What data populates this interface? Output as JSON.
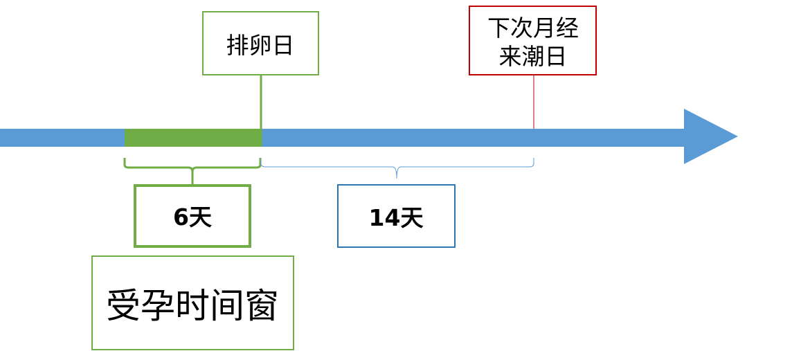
{
  "labels": {
    "ovulation_day": "排卵日",
    "next_period_line1": "下次月经",
    "next_period_line2": "来潮日",
    "fertile_days": "6天",
    "luteal_days": "14天",
    "fertile_window": "受孕时间窗"
  },
  "colors": {
    "timeline": "#5b9bd5",
    "fertile": "#70ad47",
    "next_period": "#c00000",
    "luteal_box": "#2e75b6"
  }
}
